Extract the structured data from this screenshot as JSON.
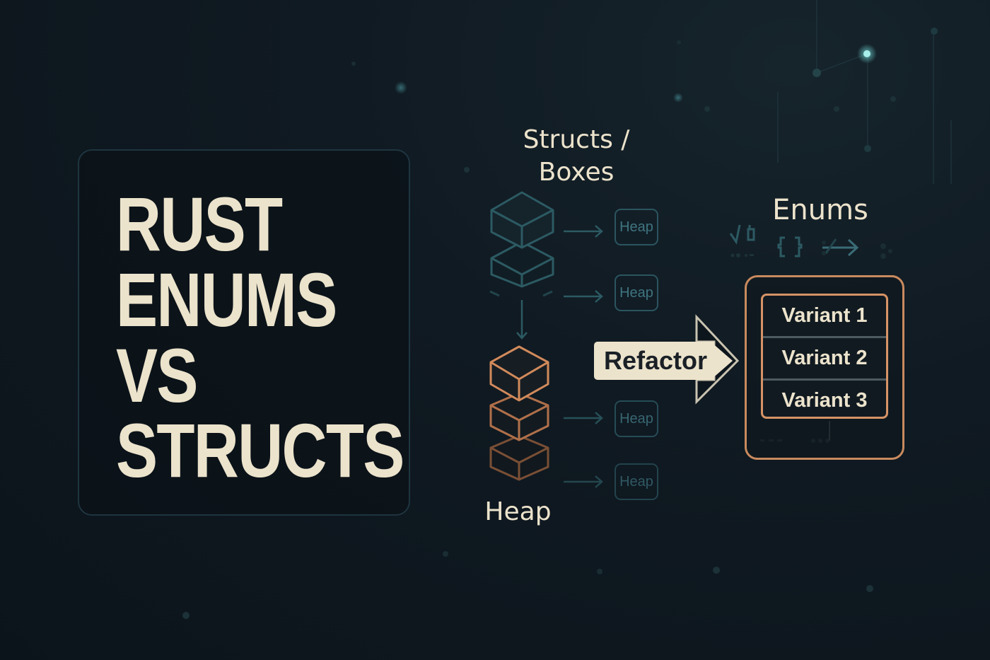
{
  "title": {
    "lines": [
      "RUST",
      "ENUMS",
      "VS",
      "STRUCTS"
    ]
  },
  "diagram": {
    "structs_label_line1": "Structs /",
    "structs_label_line2": "Boxes",
    "heap_label": "Heap",
    "heap_boxes": [
      "Heap",
      "Heap",
      "Heap",
      "Heap"
    ],
    "refactor_label": "Refactor",
    "enums_label": "Enums",
    "variants": [
      "Variant 1",
      "Variant 2",
      "Variant 3"
    ]
  },
  "colors": {
    "background": "#0e171e",
    "cream": "#ece3cc",
    "teal": "#2b5560",
    "copper": "#c98a5e",
    "glow": "#7fd6d6"
  },
  "icons": [
    "checkmark-icon",
    "braces-icon",
    "swap-arrow-icon"
  ]
}
